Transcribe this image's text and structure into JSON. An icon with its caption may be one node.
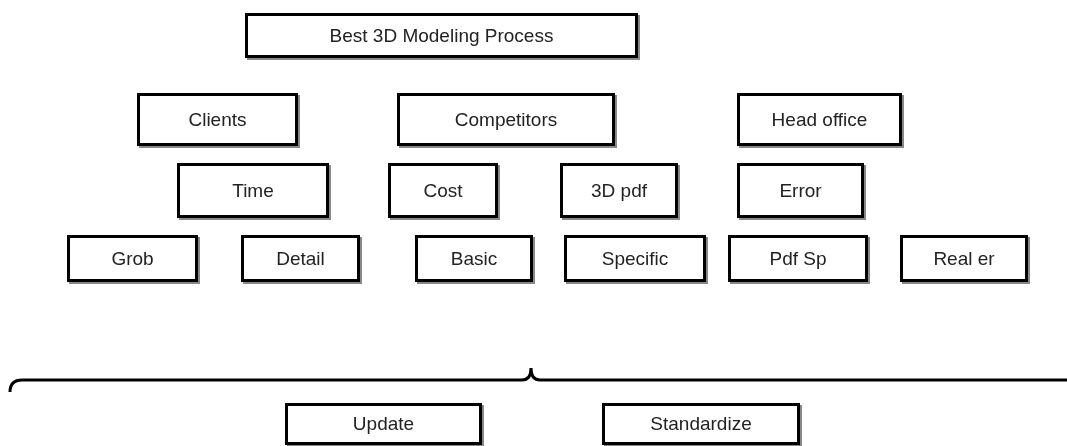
{
  "diagram": {
    "nodes": [
      {
        "text": [
          "Best 3D Modeling Process"
        ]
      },
      {
        "text": [
          "Clients"
        ]
      },
      {
        "text": [
          "Competitors"
        ]
      },
      {
        "text": [
          "Head office"
        ]
      },
      {
        "text": [
          "Time"
        ]
      },
      {
        "text": [
          "Cost"
        ]
      },
      {
        "text": [
          "3D pdf"
        ]
      },
      {
        "text": [
          "Error"
        ]
      },
      {
        "text": [
          "Grob"
        ]
      },
      {
        "text": [
          "Detail"
        ]
      },
      {
        "text": [
          "Basic"
        ]
      },
      {
        "text": [
          "Specific"
        ]
      },
      {
        "text": [
          "Pdf Sp"
        ]
      },
      {
        "text": [
          "Real er"
        ]
      },
      {
        "text": [
          "Update"
        ]
      },
      {
        "text": [
          "Standardize"
        ]
      }
    ],
    "edges": []
  }
}
